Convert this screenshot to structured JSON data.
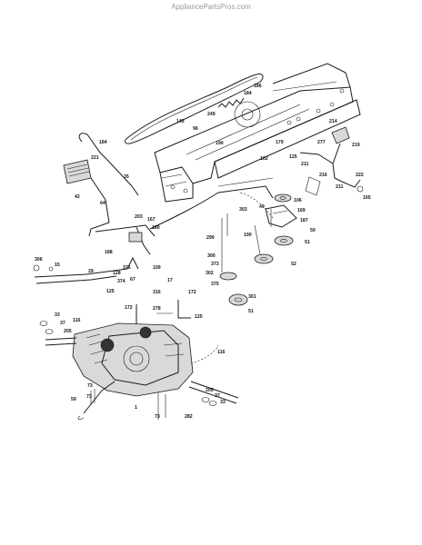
{
  "watermark": "AppliancePartsPros.com",
  "labels": [
    {
      "id": "p186",
      "text": "186"
    },
    {
      "id": "p184a",
      "text": "184"
    },
    {
      "id": "p143",
      "text": "143"
    },
    {
      "id": "p96",
      "text": "96"
    },
    {
      "id": "p249",
      "text": "249"
    },
    {
      "id": "p190",
      "text": "190"
    },
    {
      "id": "p179",
      "text": "179"
    },
    {
      "id": "p214",
      "text": "214"
    },
    {
      "id": "p219",
      "text": "219"
    },
    {
      "id": "p277",
      "text": "277"
    },
    {
      "id": "p102",
      "text": "102"
    },
    {
      "id": "p125a",
      "text": "125"
    },
    {
      "id": "p211a",
      "text": "211"
    },
    {
      "id": "p216",
      "text": "216"
    },
    {
      "id": "p211b",
      "text": "211"
    },
    {
      "id": "p222",
      "text": "222"
    },
    {
      "id": "p165",
      "text": "165"
    },
    {
      "id": "p184b",
      "text": "184"
    },
    {
      "id": "p221",
      "text": "221"
    },
    {
      "id": "p35",
      "text": "35"
    },
    {
      "id": "p42",
      "text": "42"
    },
    {
      "id": "p64",
      "text": "64"
    },
    {
      "id": "p303",
      "text": "303"
    },
    {
      "id": "p49",
      "text": "49"
    },
    {
      "id": "p106",
      "text": "106"
    },
    {
      "id": "p169",
      "text": "169"
    },
    {
      "id": "p167",
      "text": "167"
    },
    {
      "id": "p203",
      "text": "203"
    },
    {
      "id": "p180",
      "text": "180"
    },
    {
      "id": "p187",
      "text": "187"
    },
    {
      "id": "p50",
      "text": "50"
    },
    {
      "id": "p190b",
      "text": "190"
    },
    {
      "id": "p299",
      "text": "299"
    },
    {
      "id": "p51a",
      "text": "51"
    },
    {
      "id": "p188",
      "text": "188"
    },
    {
      "id": "p300",
      "text": "300"
    },
    {
      "id": "p306",
      "text": "306"
    },
    {
      "id": "p15",
      "text": "15"
    },
    {
      "id": "p29",
      "text": "29"
    },
    {
      "id": "p376",
      "text": "376"
    },
    {
      "id": "p109",
      "text": "109"
    },
    {
      "id": "p52",
      "text": "52"
    },
    {
      "id": "p373",
      "text": "373"
    },
    {
      "id": "p302",
      "text": "302"
    },
    {
      "id": "p128",
      "text": "128"
    },
    {
      "id": "p374",
      "text": "374"
    },
    {
      "id": "p67",
      "text": "67"
    },
    {
      "id": "p17",
      "text": "17"
    },
    {
      "id": "p375",
      "text": "375"
    },
    {
      "id": "p301",
      "text": "301"
    },
    {
      "id": "p125b",
      "text": "125"
    },
    {
      "id": "p51b",
      "text": "51"
    },
    {
      "id": "p172a",
      "text": "172"
    },
    {
      "id": "p316",
      "text": "316"
    },
    {
      "id": "p172b",
      "text": "172"
    },
    {
      "id": "p278",
      "text": "278"
    },
    {
      "id": "p125c",
      "text": "125"
    },
    {
      "id": "p33a",
      "text": "33"
    },
    {
      "id": "p37a",
      "text": "37"
    },
    {
      "id": "p205a",
      "text": "205"
    },
    {
      "id": "p116a",
      "text": "116"
    },
    {
      "id": "p116b",
      "text": "116"
    },
    {
      "id": "p73a",
      "text": "73"
    },
    {
      "id": "p59",
      "text": "59"
    },
    {
      "id": "p73b",
      "text": "73"
    },
    {
      "id": "p1",
      "text": "1"
    },
    {
      "id": "p205b",
      "text": "205"
    },
    {
      "id": "p37b",
      "text": "37"
    },
    {
      "id": "p33b",
      "text": "33"
    },
    {
      "id": "p73c",
      "text": "73"
    },
    {
      "id": "p282",
      "text": "282"
    }
  ]
}
